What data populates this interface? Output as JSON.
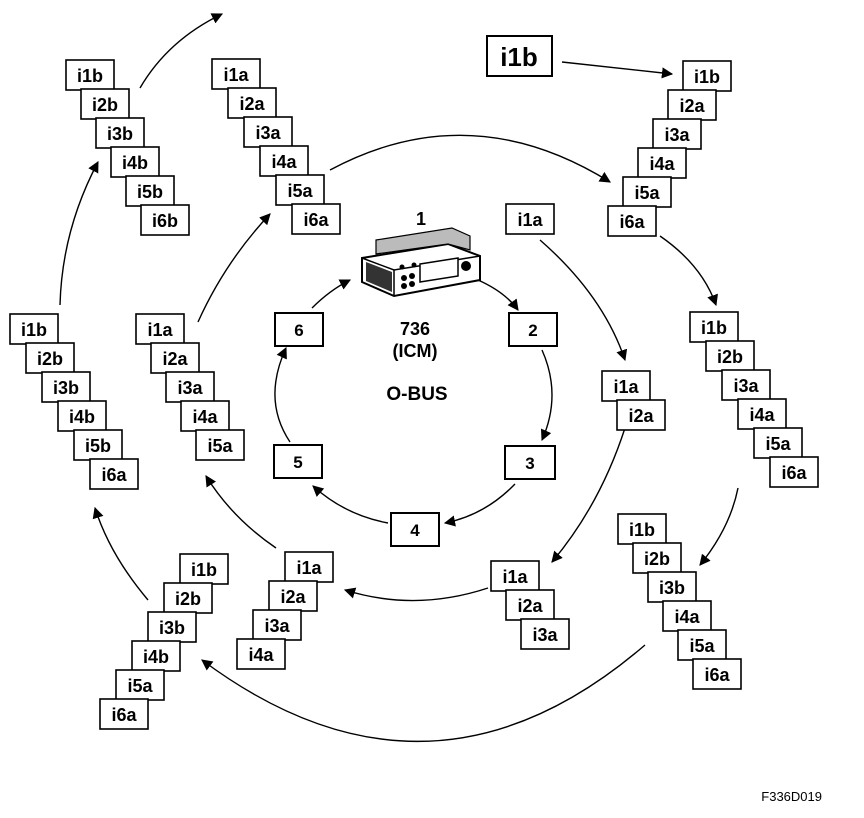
{
  "module": {
    "number": "1",
    "code": "736",
    "name": "(ICM)",
    "bus": "O-BUS"
  },
  "steps": [
    "2",
    "3",
    "4",
    "5",
    "6"
  ],
  "big_label": "i1b",
  "figure_id": "F336D019",
  "stacks": [
    {
      "id": "top-left",
      "items": [
        "i1b",
        "i2b",
        "i3b",
        "i4b",
        "i5b",
        "i6b"
      ]
    },
    {
      "id": "top-mid",
      "items": [
        "i1a",
        "i2a",
        "i3a",
        "i4a",
        "i5a",
        "i6a"
      ]
    },
    {
      "id": "top-right",
      "items": [
        "i1b",
        "i2a",
        "i3a",
        "i4a",
        "i5a",
        "i6a"
      ]
    },
    {
      "id": "inner-r1",
      "items": [
        "i1a"
      ]
    },
    {
      "id": "inner-r2",
      "items": [
        "i1a",
        "i2a"
      ]
    },
    {
      "id": "inner-r3",
      "items": [
        "i1a",
        "i2a",
        "i3a"
      ]
    },
    {
      "id": "inner-b",
      "items": [
        "i1a",
        "i2a",
        "i3a",
        "i4a"
      ]
    },
    {
      "id": "inner-l",
      "items": [
        "i1a",
        "i2a",
        "i3a",
        "i4a",
        "i5a"
      ]
    },
    {
      "id": "outer-r1",
      "items": [
        "i1b",
        "i2b",
        "i3a",
        "i4a",
        "i5a",
        "i6a"
      ]
    },
    {
      "id": "outer-r2",
      "items": [
        "i1b",
        "i2b",
        "i3b",
        "i4a",
        "i5a",
        "i6a"
      ]
    },
    {
      "id": "outer-bl",
      "items": [
        "i1b",
        "i2b",
        "i3b",
        "i4b",
        "i5a",
        "i6a"
      ]
    },
    {
      "id": "outer-l",
      "items": [
        "i1b",
        "i2b",
        "i3b",
        "i4b",
        "i5b",
        "i6a"
      ]
    }
  ]
}
